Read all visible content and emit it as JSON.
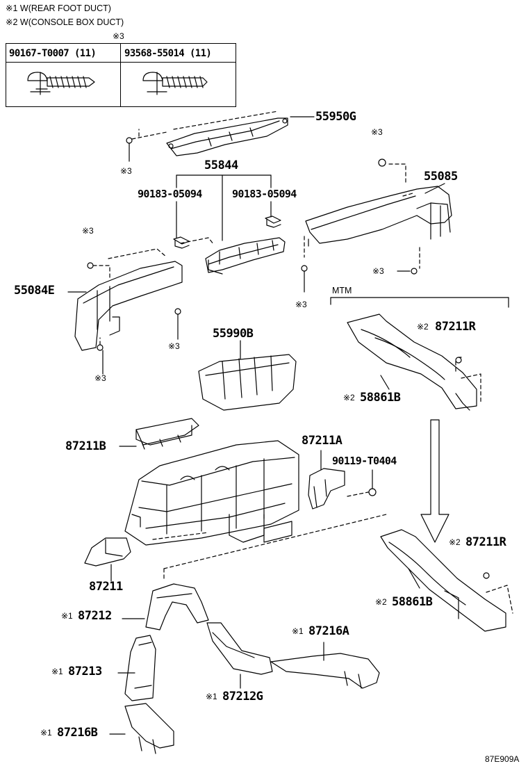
{
  "notes": {
    "note1": "※1 W(REAR FOOT DUCT)",
    "note2": "※2 W(CONSOLE BOX DUCT)",
    "table_mark": "※3"
  },
  "fastener_table": {
    "col1": "90167-T0007 (11)",
    "col2": "93568-55014 (11)"
  },
  "callouts": {
    "p55950G": "55950G",
    "p55844": "55844",
    "p90183_left": "90183-05094",
    "p90183_right": "90183-05094",
    "p55085": "55085",
    "p55084E": "55084E",
    "p55990B": "55990B",
    "mtm": "MTM",
    "p87211R_top": "87211R",
    "p58861B_top": "58861B",
    "p87211B": "87211B",
    "p87211A": "87211A",
    "p90119": "90119-T0404",
    "p87211R_bot": "87211R",
    "p87211": "87211",
    "p58861B_bot": "58861B",
    "p87212": "87212",
    "p87216A": "87216A",
    "p87213": "87213",
    "p87212G": "87212G",
    "p87216B": "87216B"
  },
  "marks": {
    "m1": "※1",
    "m2": "※2",
    "m3": "※3"
  },
  "figure_code": "87E909A"
}
